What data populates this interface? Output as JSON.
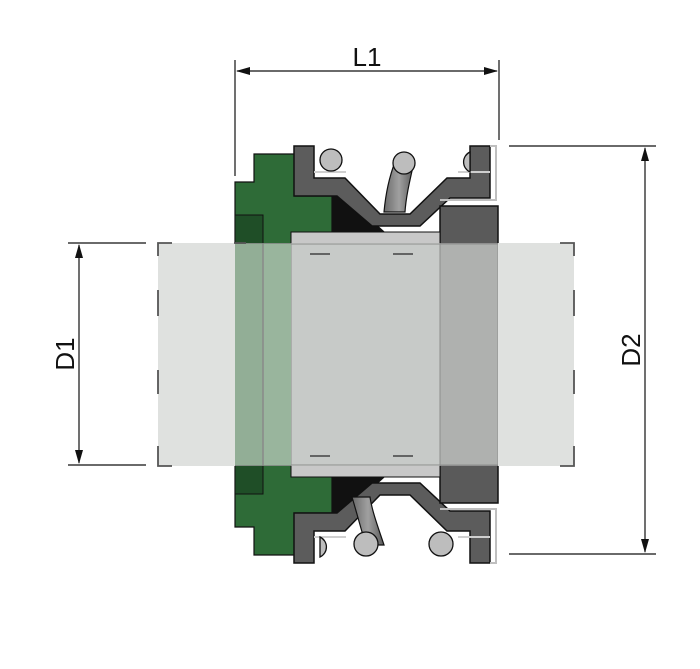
{
  "diagram": {
    "type": "mechanical-seal-cross-section",
    "labels": {
      "length": "L1",
      "inner_diameter": "D1",
      "outer_diameter": "D2"
    },
    "colors": {
      "background": "#ffffff",
      "seat_green": "#2e6b37",
      "seat_green_dark": "#1f4e27",
      "metal_dark": "#5a5a5a",
      "metal_mid": "#7a7a7a",
      "sleeve": "#b4b8b6",
      "spring": "#8d8d8d",
      "shaft_overlay": "#dcdedc",
      "line": "#111111"
    },
    "parts": [
      "stationary-seat",
      "rotating-face",
      "bellows-housing",
      "spring",
      "sleeve",
      "shaft"
    ]
  }
}
